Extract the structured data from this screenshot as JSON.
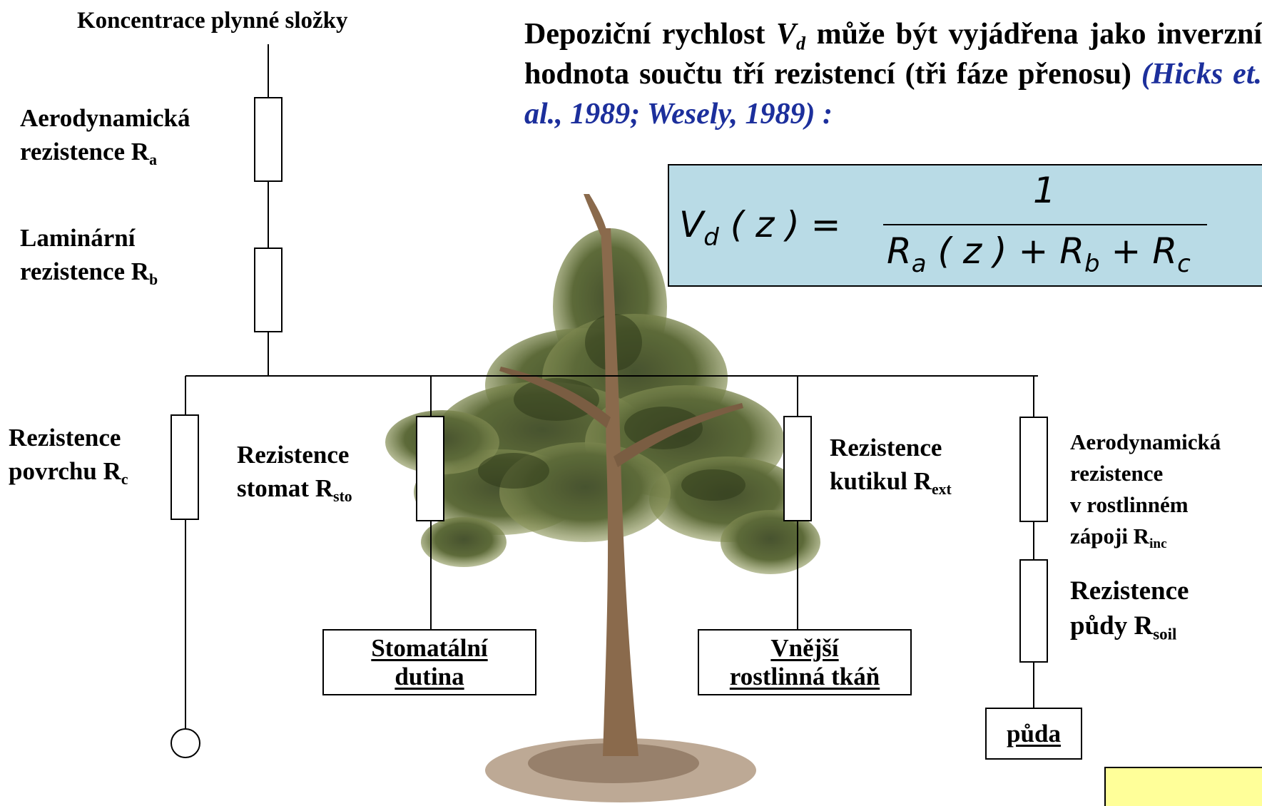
{
  "top_label": "Koncentrace plynné složky",
  "resistors": {
    "ra": {
      "line1": "Aerodynamická",
      "line2": "rezistence  R",
      "sub": "a"
    },
    "rb": {
      "line1": "Laminární",
      "line2": "rezistence R",
      "sub": "b"
    },
    "rc": {
      "line1": "Rezistence",
      "line2": "povrchu R",
      "sub": "c"
    },
    "rsto": {
      "line1": "Rezistence",
      "line2": "stomat   R",
      "sub": "sto"
    },
    "rext": {
      "line1": "Rezistence",
      "line2": "kutikul   R",
      "sub": "ext"
    },
    "rinc": {
      "line1": "Aerodynamická",
      "line2": "rezistence",
      "line3": "v rostlinném",
      "line4": "zápoji   R",
      "sub": "inc"
    },
    "rsoil": {
      "line1": "Rezistence",
      "line2": "půdy R",
      "sub": "soil"
    }
  },
  "boxes": {
    "stomatal": {
      "line1": "Stomatální",
      "line2": "dutina"
    },
    "outer_tissue": {
      "line1": "Vnější",
      "line2": "rostlinná tkáň"
    },
    "soil": {
      "label": "půda"
    }
  },
  "paragraph": {
    "part1": "Depoziční rychlost ",
    "vsym": "V",
    "vsub": "d",
    "part2": " může být vyjádřena jako inverzní hodnota součtu tří rezistencí (tři fáze přenosu) ",
    "citation": "(Hicks et. al., 1989; Wesely, 1989)",
    "part3": " :"
  },
  "formula": {
    "lhs": "V",
    "lhs_sub": "d",
    "lhs_arg": "( z ) =",
    "numerator": "1",
    "den_ra": "R",
    "den_ra_sub": "a",
    "den_ra_arg": "( z ) +",
    "den_rb": "R",
    "den_rb_sub": "b",
    "plus": "+",
    "den_rc": "R",
    "den_rc_sub": "c"
  },
  "colors": {
    "formula_bg": "#b9dbe6",
    "citation": "#1c2f9c",
    "sticky": "#ffff99",
    "foliage": "#4d5a2c",
    "trunk": "#8a6a4c"
  },
  "icons": [
    "tree-illustration",
    "ground-terminal-icon"
  ]
}
